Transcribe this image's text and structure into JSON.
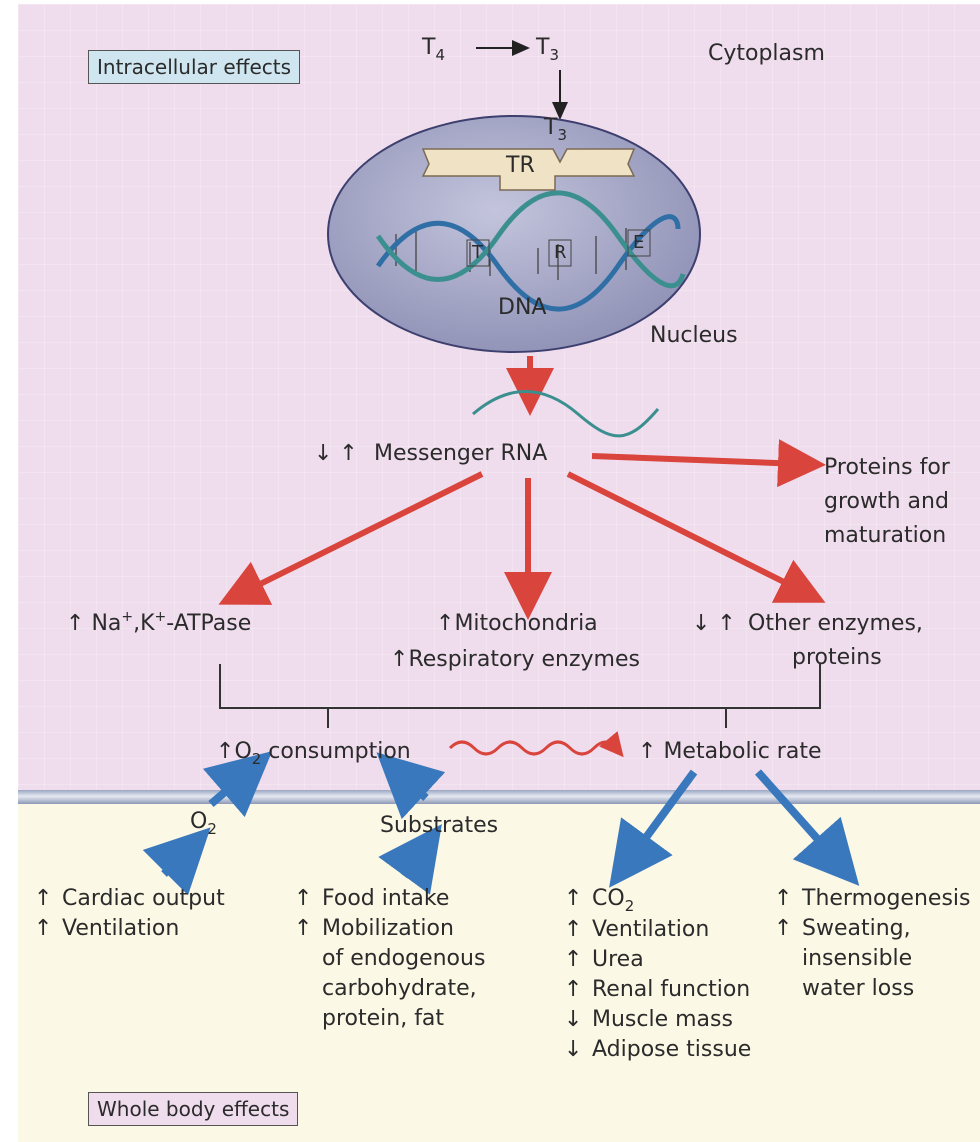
{
  "labels": {
    "intracellular": "Intracellular effects",
    "whole_body": "Whole body effects",
    "cytoplasm": "Cytoplasm",
    "nucleus": "Nucleus",
    "dna": "DNA",
    "tr": "TR",
    "t4": "T",
    "t4_sub": "4",
    "t3a": "T",
    "t3a_sub": "3",
    "t3b": "T",
    "t3b_sub": "3",
    "helix_t": "T",
    "helix_r": "R",
    "helix_e": "E",
    "mrna_arrows": "↓ ↑",
    "mrna": "Messenger RNA",
    "proteins_growth": [
      "Proteins for",
      "growth and",
      "maturation"
    ],
    "na_arrow": "↑",
    "na_text": "Na",
    "na_sup": "+",
    "k_text": ",K",
    "k_sup": "+",
    "atpase_text": "-ATPase",
    "mito_arrow": "↑",
    "mito": "Mitochondria",
    "resp_arrow": "↑",
    "resp": "Respiratory enzymes",
    "other_arrows": "↓ ↑",
    "other": "Other enzymes,",
    "other2": "proteins",
    "o2c_arrow": "↑",
    "o2c_o": "O",
    "o2c_sub": "2",
    "o2c_rest": " consumption",
    "metab_arrow": "↑",
    "metab": "Metabolic rate",
    "o2_o": "O",
    "o2_sub": "2",
    "substrates": "Substrates"
  },
  "lists": {
    "cardiac": [
      {
        "arrow": "↑",
        "text": "Cardiac output"
      },
      {
        "arrow": "↑",
        "text": "Ventilation"
      }
    ],
    "food": [
      {
        "arrow": "↑",
        "text": "Food intake"
      },
      {
        "arrow": "↑",
        "text": "Mobilization"
      },
      {
        "arrow": "",
        "text": "of endogenous"
      },
      {
        "arrow": "",
        "text": "carbohydrate,"
      },
      {
        "arrow": "",
        "text": "protein, fat"
      }
    ],
    "co2": [
      {
        "arrow": "↑",
        "text": "CO",
        "sub": "2"
      },
      {
        "arrow": "↑",
        "text": "Ventilation"
      },
      {
        "arrow": "↑",
        "text": "Urea"
      },
      {
        "arrow": "↑",
        "text": "Renal function"
      },
      {
        "arrow": "↓",
        "text": "Muscle mass"
      },
      {
        "arrow": "↓",
        "text": "Adipose tissue"
      }
    ],
    "thermo": [
      {
        "arrow": "↑",
        "text": "Thermogenesis"
      },
      {
        "arrow": "↑",
        "text": "Sweating,"
      },
      {
        "arrow": "",
        "text": "insensible"
      },
      {
        "arrow": "",
        "text": "water loss"
      }
    ]
  },
  "colors": {
    "upper_background": "#efdced",
    "lower_background": "#fcf8e6",
    "nucleus_fill": "#a8a9c9",
    "red_arrow": "#d9443c",
    "blue_arrow": "#3a78bd",
    "receptor_fill": "#f0e2c4"
  }
}
